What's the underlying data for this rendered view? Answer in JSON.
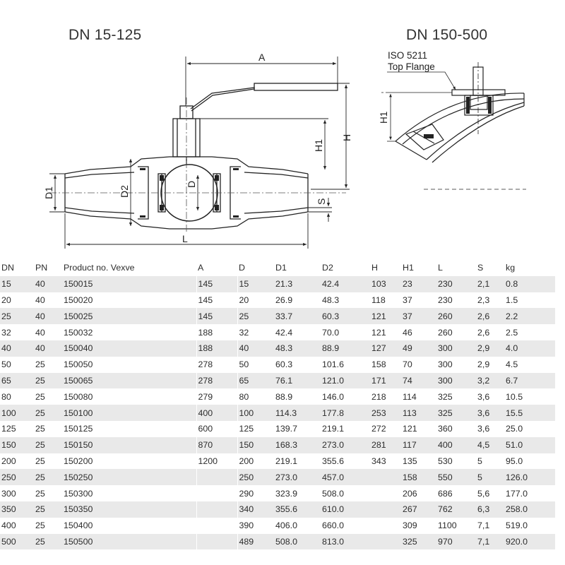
{
  "titles": {
    "left": "DN 15-125",
    "right": "DN 150-500"
  },
  "dims": {
    "A": "A",
    "H": "H",
    "H1": "H1",
    "D1": "D1",
    "D2": "D2",
    "D": "D",
    "S": "S",
    "L": "L",
    "right_H1": "H1",
    "iso_line1": "ISO 5211",
    "iso_line2": "Top Flange"
  },
  "table": {
    "headers": [
      "DN",
      "PN",
      "Product no. Vexve",
      "A",
      "D",
      "D1",
      "D2",
      "H",
      "H1",
      "L",
      "S",
      "kg"
    ],
    "rows": [
      [
        "15",
        "40",
        "150015",
        "145",
        "15",
        "21.3",
        "42.4",
        "103",
        "23",
        "230",
        "2,1",
        "0.8"
      ],
      [
        "20",
        "40",
        "150020",
        "145",
        "20",
        "26.9",
        "48.3",
        "118",
        "37",
        "230",
        "2,3",
        "1.5"
      ],
      [
        "25",
        "40",
        "150025",
        "145",
        "25",
        "33.7",
        "60.3",
        "121",
        "37",
        "260",
        "2,6",
        "2.2"
      ],
      [
        "32",
        "40",
        "150032",
        "188",
        "32",
        "42.4",
        "70.0",
        "121",
        "46",
        "260",
        "2,6",
        "2.5"
      ],
      [
        "40",
        "40",
        "150040",
        "188",
        "40",
        "48.3",
        "88.9",
        "127",
        "49",
        "300",
        "2,9",
        "4.0"
      ],
      [
        "50",
        "25",
        "150050",
        "278",
        "50",
        "60.3",
        "101.6",
        "158",
        "70",
        "300",
        "2,9",
        "4.5"
      ],
      [
        "65",
        "25",
        "150065",
        "278",
        "65",
        "76.1",
        "121.0",
        "171",
        "74",
        "300",
        "3,2",
        "6.7"
      ],
      [
        "80",
        "25",
        "150080",
        "279",
        "80",
        "88.9",
        "146.0",
        "218",
        "114",
        "325",
        "3,6",
        "10.5"
      ],
      [
        "100",
        "25",
        "150100",
        "400",
        "100",
        "114.3",
        "177.8",
        "253",
        "113",
        "325",
        "3,6",
        "15.5"
      ],
      [
        "125",
        "25",
        "150125",
        "600",
        "125",
        "139.7",
        "219.1",
        "272",
        "121",
        "360",
        "3,6",
        "25.0"
      ],
      [
        "150",
        "25",
        "150150",
        "870",
        "150",
        "168.3",
        "273.0",
        "281",
        "117",
        "400",
        "4,5",
        "51.0"
      ],
      [
        "200",
        "25",
        "150200",
        "1200",
        "200",
        "219.1",
        "355.6",
        "343",
        "135",
        "530",
        "5",
        "95.0"
      ],
      [
        "250",
        "25",
        "150250",
        "",
        "250",
        "273.0",
        "457.0",
        "",
        "158",
        "550",
        "5",
        "126.0"
      ],
      [
        "300",
        "25",
        "150300",
        "",
        "290",
        "323.9",
        "508.0",
        "",
        "206",
        "686",
        "5,6",
        "177.0"
      ],
      [
        "350",
        "25",
        "150350",
        "",
        "340",
        "355.6",
        "610.0",
        "",
        "267",
        "762",
        "6,3",
        "258.0"
      ],
      [
        "400",
        "25",
        "150400",
        "",
        "390",
        "406.0",
        "660.0",
        "",
        "309",
        "1100",
        "7,1",
        "519.0"
      ],
      [
        "500",
        "25",
        "150500",
        "",
        "489",
        "508.0",
        "813.0",
        "",
        "325",
        "970",
        "7,1",
        "920.0"
      ]
    ]
  }
}
